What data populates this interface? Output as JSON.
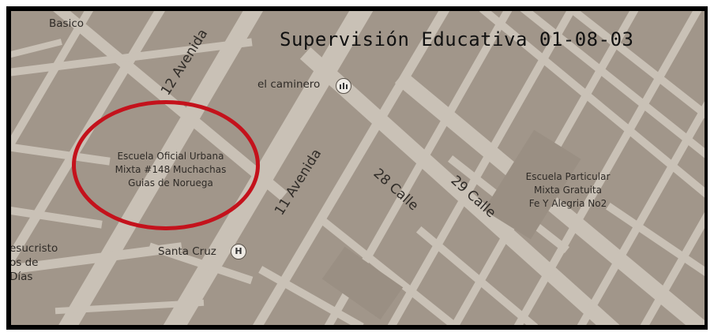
{
  "title": "Supervisión Educativa 01-08-03",
  "streets": {
    "avenida_12": "12 Avenida",
    "avenida_11": "11 Avenida",
    "calle_28": "28 Calle",
    "calle_29": "29 Calle"
  },
  "pois": {
    "el_caminero": "el caminero",
    "santa_cruz": "Santa Cruz",
    "santa_cruz_icon": "H",
    "basico": "Basico"
  },
  "schools": {
    "oficial_line1": "Escuela Oficial Urbana",
    "oficial_line2": "Mixta #148 Muchachas",
    "oficial_line3": "Guias de Noruega",
    "particular_line1": "Escuela Particular",
    "particular_line2": "Mixta Gratuita",
    "particular_line3": "Fe Y Alegria No2"
  },
  "partial_labels": {
    "left_line1": "esucristo",
    "left_line2": "os de",
    "left_line3": "Días"
  },
  "colors": {
    "map_block": "#a1968a",
    "street": "#c9c1b6",
    "highlight_circle": "#c4121c"
  }
}
